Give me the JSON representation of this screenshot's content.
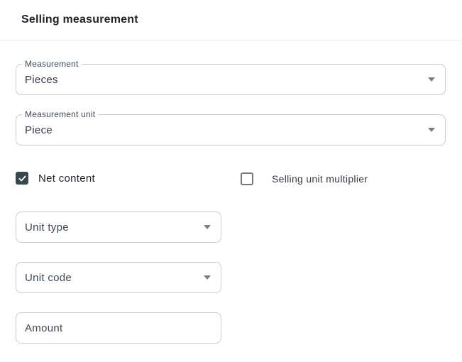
{
  "header": {
    "title": "Selling measurement"
  },
  "fields": {
    "measurement": {
      "label": "Measurement",
      "value": "Pieces"
    },
    "measurement_unit": {
      "label": "Measurement unit",
      "value": "Piece"
    },
    "unit_type": {
      "placeholder": "Unit type"
    },
    "unit_code": {
      "placeholder": "Unit code"
    },
    "amount": {
      "placeholder": "Amount"
    }
  },
  "checkboxes": {
    "net_content": {
      "label": "Net content",
      "checked": true
    },
    "selling_unit_multiplier": {
      "label": "Selling unit multiplier",
      "checked": false
    }
  },
  "icons": {
    "dropdown_caret": "caret-down-icon",
    "checkmark": "checkmark-icon"
  },
  "colors": {
    "checkbox_checked": "#37474f",
    "field_border": "#c6cad1",
    "divider": "#e8eaed",
    "floating_label": "#3e4a5a",
    "value_text": "#333a44",
    "caret": "#7a7f85",
    "header_text": "#1f2328"
  }
}
